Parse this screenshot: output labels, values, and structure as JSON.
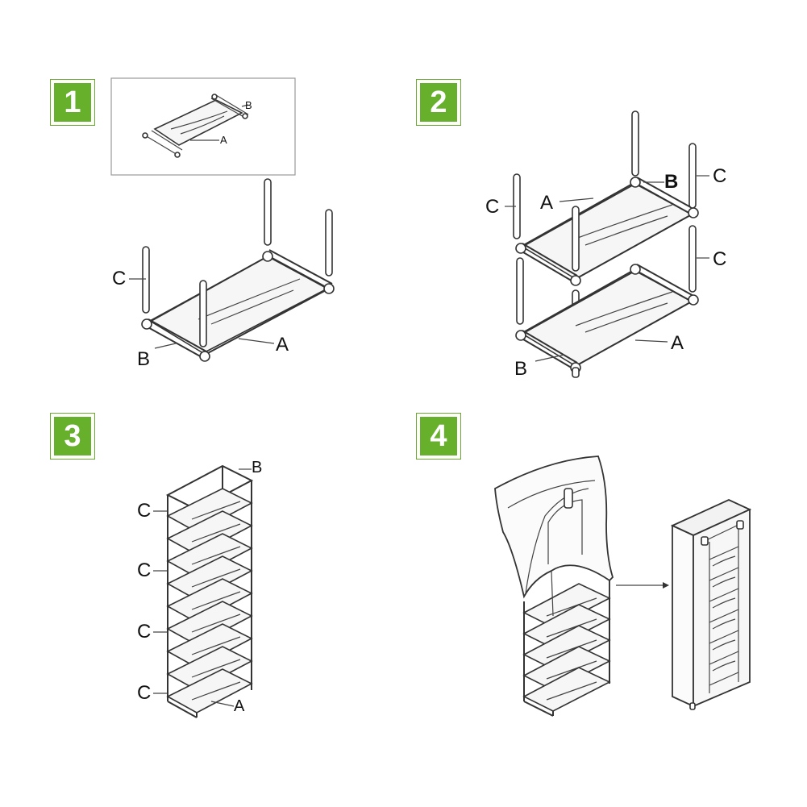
{
  "steps": [
    {
      "number": "1",
      "labels": {
        "a": "A",
        "b": "B",
        "c": "C",
        "inset_a": "A",
        "inset_b": "B"
      }
    },
    {
      "number": "2",
      "labels": {
        "a_top": "A",
        "b_top": "B",
        "c_left": "C",
        "c_right_top": "C",
        "c_right_mid": "C",
        "a_bottom": "A",
        "b_bottom": "B"
      }
    },
    {
      "number": "3",
      "labels": {
        "b": "B",
        "c1": "C",
        "c2": "C",
        "c3": "C",
        "c4": "C",
        "a": "A"
      }
    },
    {
      "number": "4",
      "labels": {}
    }
  ],
  "colors": {
    "badge_green": "#67b02b",
    "line": "#333333"
  }
}
